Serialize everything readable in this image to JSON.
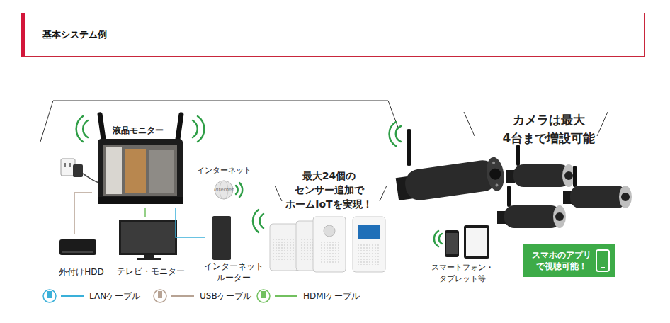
{
  "diagram": {
    "title": "基本システム例",
    "nodes": [
      {
        "text": [
          "液晶モニター"
        ]
      },
      {
        "text": [
          "インターネット",
          "internet"
        ]
      },
      {
        "text": [
          "外付けHDD"
        ]
      },
      {
        "text": [
          "テレビ・モニター"
        ]
      },
      {
        "text": [
          "インターネット ルーター"
        ]
      },
      {
        "text": [
          "最大24個の センサー追加で ホームIoTを実現！"
        ]
      },
      {
        "text": [
          "カメラは最大 4台まで増設可能"
        ]
      },
      {
        "text": [
          "スマートフォン・ タブレット等"
        ]
      },
      {
        "text": [
          "スマホのアプリ で視聴可能！"
        ]
      }
    ],
    "edges": [
      {
        "from": 0,
        "to": 2,
        "arrow": "none"
      },
      {
        "from": 0,
        "to": 3,
        "arrow": "none"
      },
      {
        "from": 0,
        "to": 4,
        "arrow": "none"
      }
    ],
    "legend": [
      {
        "text": "LANケーブル",
        "color": "#3ab0d9"
      },
      {
        "text": "USBケーブル",
        "color": "#b7a394"
      },
      {
        "text": "HDMIケーブル",
        "color": "#72c05f"
      }
    ]
  }
}
